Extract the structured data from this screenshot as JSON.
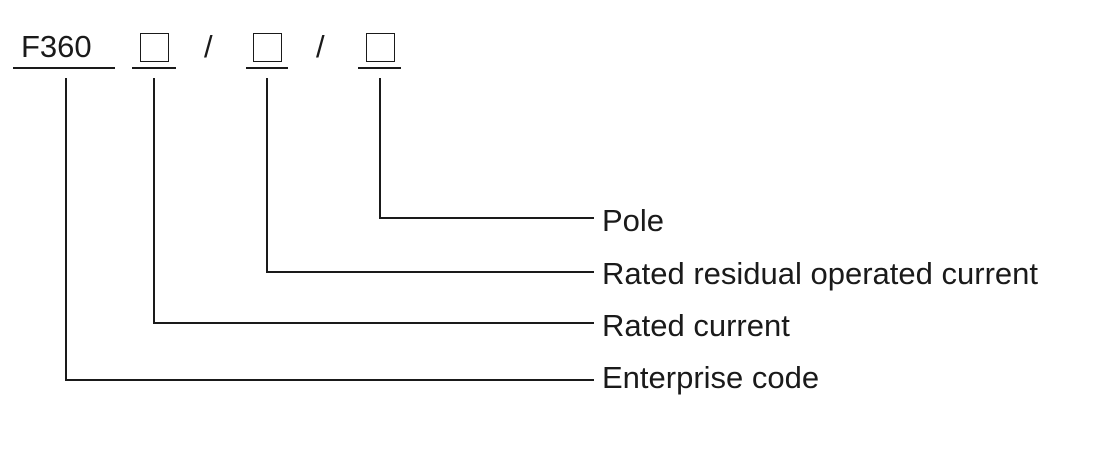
{
  "code": {
    "prefix": "F360",
    "separator": "/"
  },
  "labels": {
    "pole": "Pole",
    "rated_residual_operated_current": "Rated residual operated current",
    "rated_current": "Rated current",
    "enterprise_code": "Enterprise code"
  },
  "colors": {
    "line": "#1a1a1a",
    "background": "#ffffff"
  }
}
